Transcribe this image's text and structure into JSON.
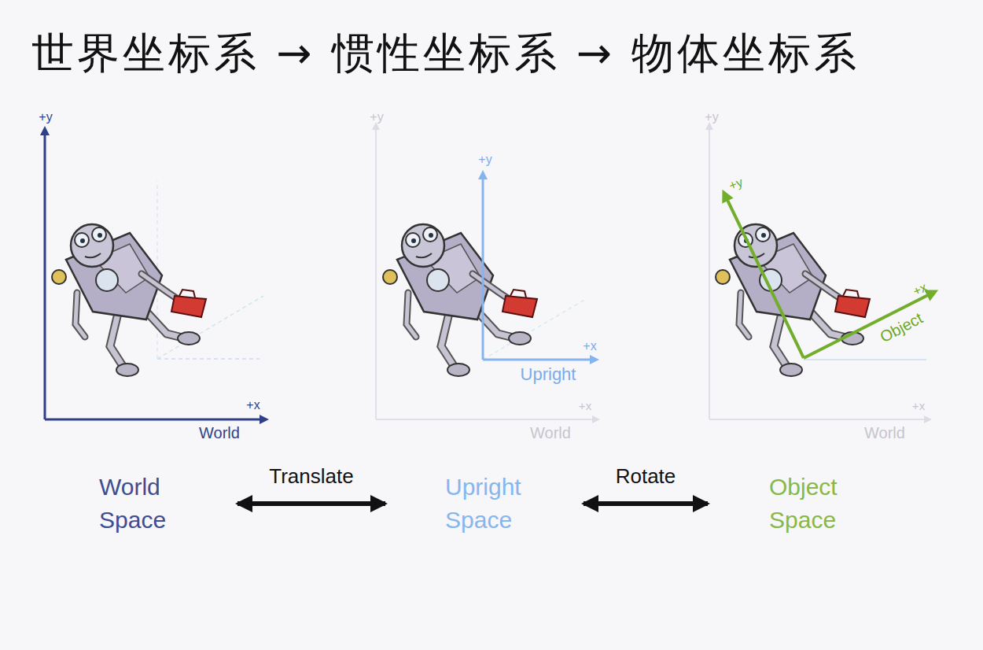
{
  "diagram": {
    "title": "世界坐标系 → 惯性坐标系 → 物体坐标系",
    "nodes": [
      {
        "text": [
          "World Space"
        ]
      },
      {
        "text": [
          "Upright Space"
        ]
      },
      {
        "text": [
          "Object Space"
        ]
      }
    ],
    "edges": [
      {
        "from": 0,
        "to": 1,
        "label": "Translate",
        "arrow": "both"
      },
      {
        "from": 1,
        "to": 2,
        "label": "Rotate",
        "arrow": "both"
      }
    ],
    "labels": [
      "+y",
      "+x",
      "World",
      "+y",
      "+y",
      "+x",
      "Upright",
      "+x",
      "World",
      "+y",
      "+y",
      "+x",
      "Object",
      "+x",
      "World"
    ]
  }
}
